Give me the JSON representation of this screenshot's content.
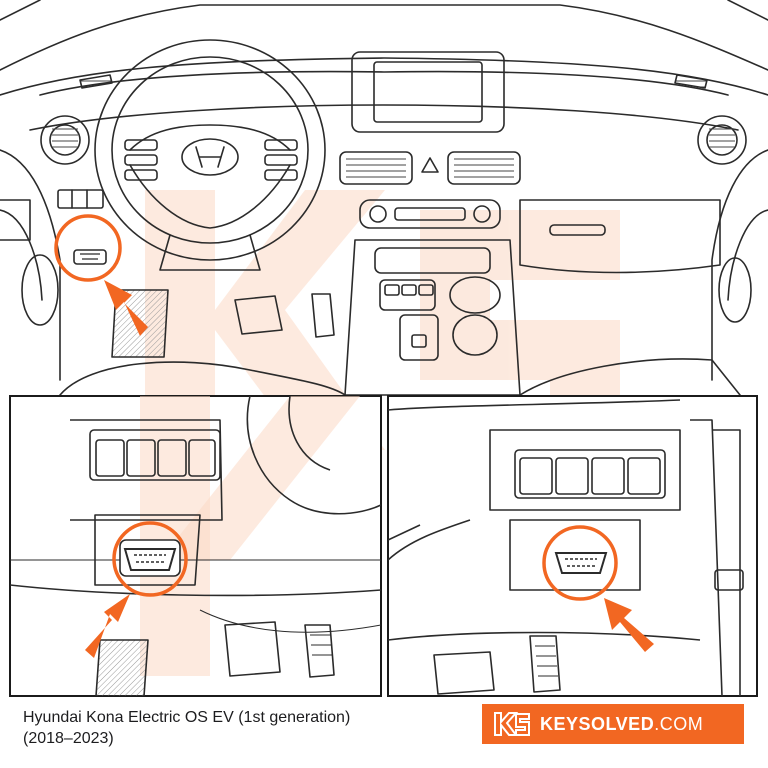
{
  "caption": {
    "line1": "Hyundai Kona Electric OS EV (1st generation)",
    "line2": "(2018–2023)"
  },
  "brand": {
    "name_bold": "KEYSOLVED",
    "name_suffix": ".COM",
    "logo_icon": "ks-monogram-icon"
  },
  "colors": {
    "accent": "#f26722",
    "watermark": "#fbd8c4",
    "line": "#2b2b2b",
    "text": "#1d1d1f"
  }
}
